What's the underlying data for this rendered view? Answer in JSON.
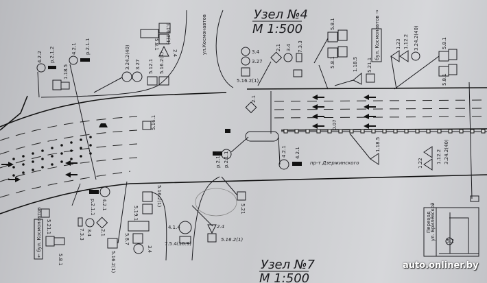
{
  "titles": {
    "node4_name": "Узел №4",
    "node4_scale": "М 1:500",
    "node7_name": "Узел №7",
    "node7_scale": "М 1:500"
  },
  "streets": {
    "kosmonavtov": "ул.Космонавтов",
    "dzerzhinskogo": "пр-т Дзержинского",
    "to_kosmonavtov": "бул. Космонавтов →",
    "to_kosmonavtov_left": "← бул. Космонавтов"
  },
  "signs": {
    "s58_1a": "5.8.1",
    "s58_1b": "5.8.1",
    "s58_1c": "5.8.1",
    "s58_1d": "5.8.1",
    "s58_1e": "5.8.1",
    "s34a": "3.4",
    "s327a": "3.27",
    "s5162a": "5.16.2(1)",
    "s21a": "2.1",
    "s34b": "3.4",
    "s733a": "7.3.3",
    "s1185a": "1.18.5",
    "s5211a": "5.21.1",
    "s123": "1.23",
    "s1122a": "1.12.2",
    "s324a": "3.24.2(40)",
    "s1185b": "1.18.5",
    "s122": "1.22",
    "s1122b": "1.12.2",
    "s324b": "3.24.2(40)",
    "s21b": "2.1",
    "s421a": "4.2.1",
    "p211a": "р.2.1.1",
    "s421b": "4.2.1",
    "p211b": "р.2.1.1",
    "s007": "0.07",
    "s422": "4.2.2",
    "p212": "р.2.1.2",
    "s421c": "4.2.1",
    "p211c": "р.2.1.1",
    "s185": "1.18.5",
    "s3242": "3.24.2(40)",
    "s327b": "3.27",
    "s5121": "5.12.1",
    "s5162b": "5.16.2(1)",
    "s5162c": "5.16.2(1)",
    "s581f": "5.8.1",
    "s24a": "2.4",
    "s1": "5.16.1",
    "s5211b": "5.21.1",
    "s581g": "5.8.1",
    "s733b": "7.3.3",
    "s34c": "3.4",
    "s21c": "2.1",
    "s421d": "4.2.1",
    "p211d": "р.2.1.1",
    "s5162d": "5.16.2(1)",
    "s5191": "5.19.1",
    "s587": "5.8.7",
    "s34d": "3.4",
    "s414": "4.1.4",
    "s754": "7.5.4(10.9)",
    "s24b": "2.4",
    "s5162e": "5.16.2(1)",
    "s521": "5.21",
    "s1185c": "1.18.5"
  },
  "legend_box": {
    "label": "Переход",
    "sub": "ул. Брилёвской",
    "sym": "5.2"
  },
  "watermark": "auto.onliner.by"
}
